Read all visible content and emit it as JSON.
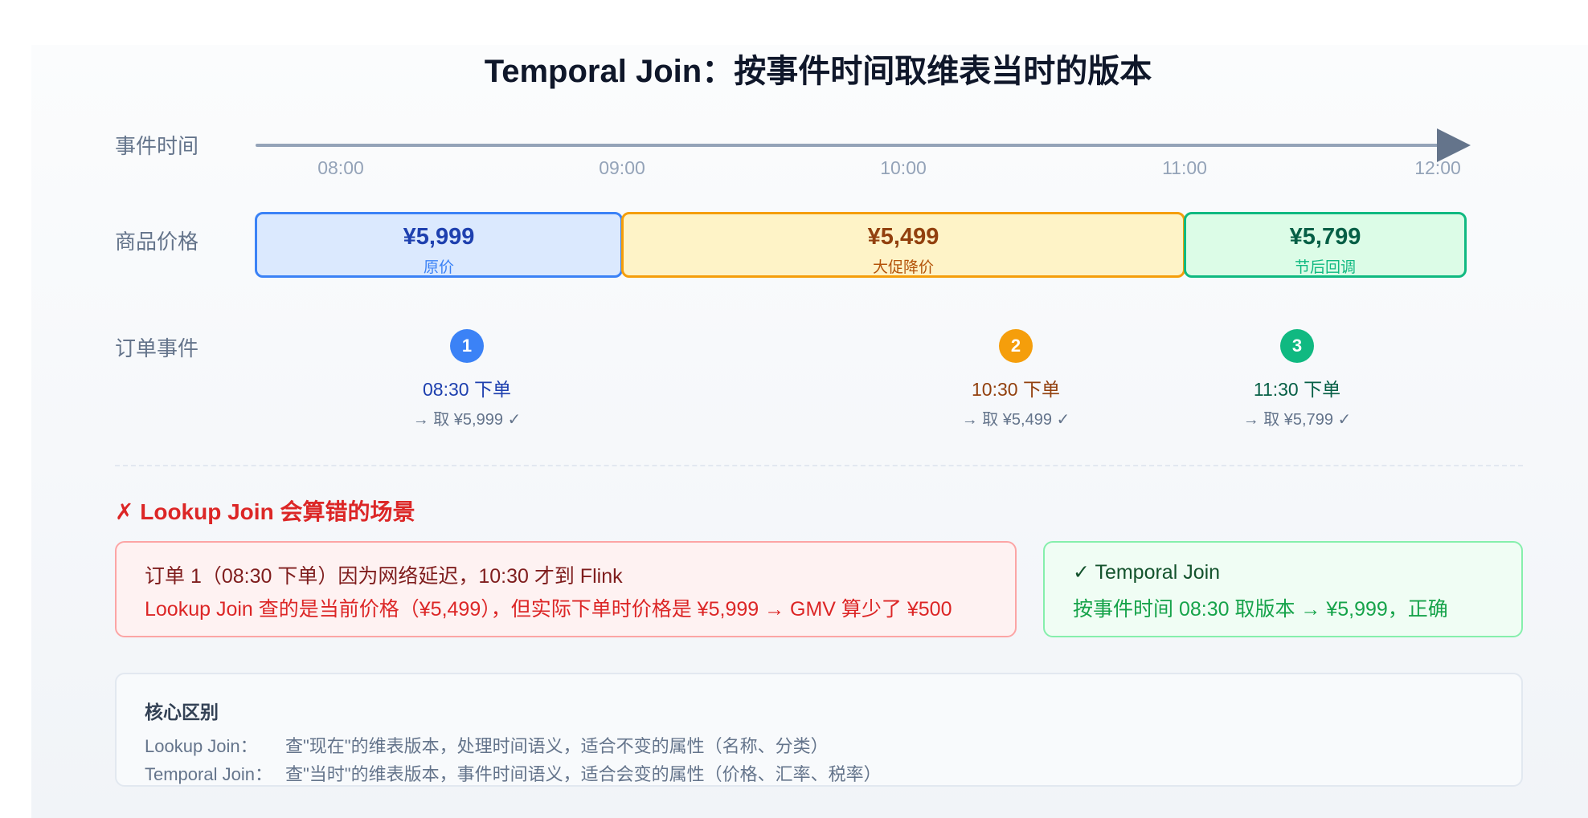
{
  "title": "Temporal Join：按事件时间取维表当时的版本",
  "rows": {
    "event_time": "事件时间",
    "product_price": "商品价格",
    "order_events": "订单事件"
  },
  "timeline": {
    "ticks": [
      "08:00",
      "09:00",
      "10:00",
      "11:00",
      "12:00"
    ]
  },
  "price_versions": [
    {
      "amount": "¥5,999",
      "label": "原价",
      "color": "#3b82f6"
    },
    {
      "amount": "¥5,499",
      "label": "大促降价",
      "color": "#f59e0b"
    },
    {
      "amount": "¥5,799",
      "label": "节后回调",
      "color": "#10b981"
    }
  ],
  "orders": [
    {
      "num": "1",
      "time": "08:30 下单",
      "take": "→ 取 ¥5,999 ✓",
      "color": "#3b82f6",
      "text_color": "#1e40af"
    },
    {
      "num": "2",
      "time": "10:30 下单",
      "take": "→ 取 ¥5,499 ✓",
      "color": "#f59e0b",
      "text_color": "#92400e"
    },
    {
      "num": "3",
      "time": "11:30 下单",
      "take": "→ 取 ¥5,799 ✓",
      "color": "#10b981",
      "text_color": "#065f46"
    }
  ],
  "wrong_case": {
    "title": "✗ Lookup Join 会算错的场景",
    "line1": "订单 1（08:30 下单）因为网络延迟，10:30 才到 Flink",
    "line2": "Lookup Join 查的是当前价格（¥5,499），但实际下单时价格是 ¥5,999 → GMV 算少了 ¥500"
  },
  "right_case": {
    "line1": "✓ Temporal Join",
    "line2": "按事件时间 08:30 取版本 → ¥5,999，正确"
  },
  "summary": {
    "heading": "核心区别",
    "lookup_key": "Lookup Join：",
    "lookup_val": "查\"现在\"的维表版本，处理时间语义，适合不变的属性（名称、分类）",
    "temporal_key": "Temporal Join：",
    "temporal_val": "查\"当时\"的维表版本，事件时间语义，适合会变的属性（价格、汇率、税率）"
  }
}
